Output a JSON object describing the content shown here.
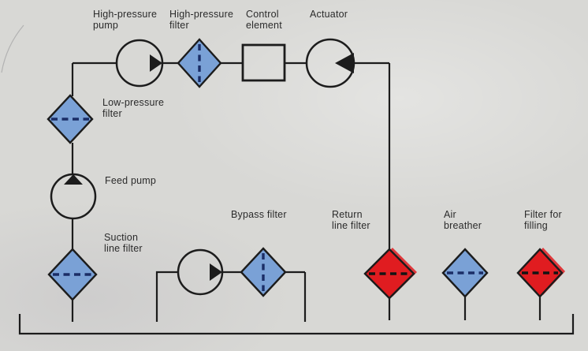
{
  "colors": {
    "background": "#d8d8d5",
    "line": "#1c1c1c",
    "filter_blue": "#7aa1d6",
    "filter_red": "#e01c20",
    "dash_on_blue": "#1b2d66",
    "dash_on_red": "#141414",
    "text": "#2b2b2b"
  },
  "labels": {
    "high_pressure_pump": "High-pressure\npump",
    "high_pressure_filter": "High-pressure\nfilter",
    "control_element": "Control\nelement",
    "actuator": "Actuator",
    "low_pressure_filter": "Low-pressure\nfilter",
    "feed_pump": "Feed pump",
    "suction_line_filter": "Suction\nline filter",
    "bypass_filter": "Bypass filter",
    "return_line_filter": "Return\nline filter",
    "air_breather": "Air\nbreather",
    "filter_for_filling": "Filter for\nfilling"
  },
  "symbols": [
    {
      "name": "high-pressure-pump",
      "shape": "circle-with-right-triangle",
      "fill": "none"
    },
    {
      "name": "high-pressure-filter",
      "shape": "diamond-vertical-dash",
      "fill": "#7aa1d6"
    },
    {
      "name": "control-element",
      "shape": "square",
      "fill": "none"
    },
    {
      "name": "actuator",
      "shape": "circle-with-left-triangle",
      "fill": "none"
    },
    {
      "name": "low-pressure-filter",
      "shape": "diamond-horizontal-dash",
      "fill": "#7aa1d6"
    },
    {
      "name": "feed-pump",
      "shape": "circle-with-up-triangle",
      "fill": "none"
    },
    {
      "name": "suction-line-filter",
      "shape": "diamond-horizontal-dash",
      "fill": "#7aa1d6"
    },
    {
      "name": "bypass-pump",
      "shape": "circle-with-right-triangle",
      "fill": "none"
    },
    {
      "name": "bypass-filter",
      "shape": "diamond-vertical-dash",
      "fill": "#7aa1d6"
    },
    {
      "name": "return-line-filter",
      "shape": "diamond-horizontal-dash",
      "fill": "#e01c20"
    },
    {
      "name": "air-breather",
      "shape": "diamond-horizontal-dash",
      "fill": "#7aa1d6"
    },
    {
      "name": "filter-for-filling",
      "shape": "diamond-horizontal-dash",
      "fill": "#e01c20"
    }
  ]
}
